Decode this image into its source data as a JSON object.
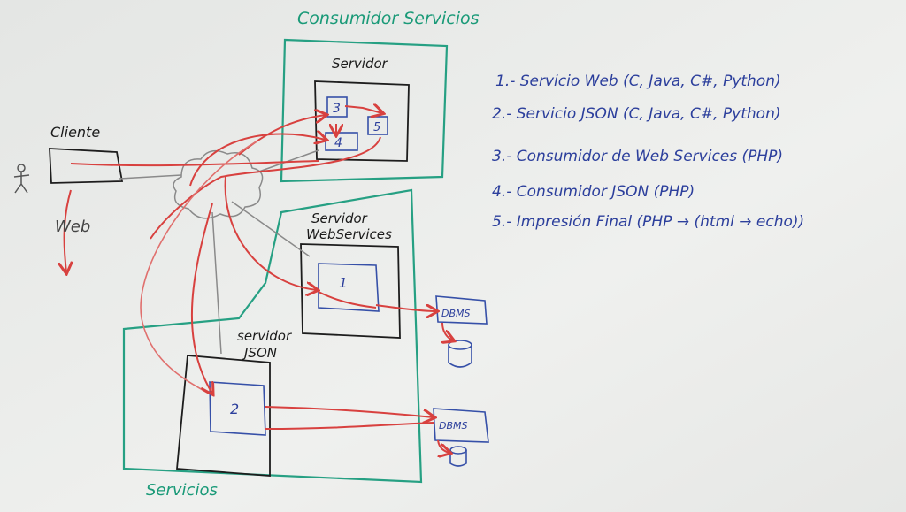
{
  "diagram": {
    "consumer_zone_label": "Consumidor Servicios",
    "consumer_server_label": "Servidor",
    "client_label": "Cliente",
    "web_label": "Web",
    "ws_server_label_1": "Servidor",
    "ws_server_label_2": "WebServices",
    "json_server_label_1": "servidor",
    "json_server_label_2": "JSON",
    "services_zone_label": "Servicios",
    "dbms_1_label": "DBMS",
    "dbms_2_label": "DBMS",
    "component_1": "1",
    "component_2": "2",
    "component_3": "3",
    "component_4": "4",
    "component_5": "5"
  },
  "legend": [
    "1.- Servicio Web (C, Java, C#, Python)",
    "2.- Servicio JSON (C, Java, C#, Python)",
    "3.- Consumidor de Web Services (PHP)",
    "4.- Consumidor JSON (PHP)",
    "5.- Impresión Final (PHP → (html → echo))"
  ],
  "colors": {
    "whiteboard": "#eceeec",
    "green_marker": "#1a9a78",
    "blue_marker": "#2c3f9c",
    "red_marker": "#d8413f",
    "black_marker": "#1b1b1b"
  }
}
